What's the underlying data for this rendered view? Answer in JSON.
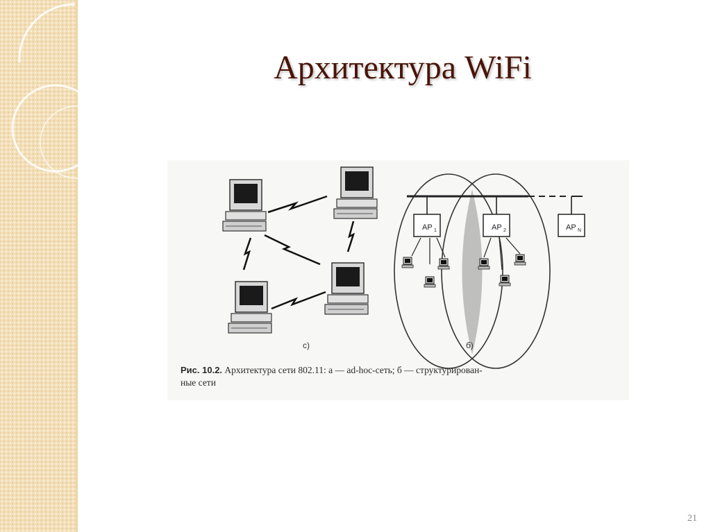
{
  "slide": {
    "title": "Архитектура WiFi",
    "page_number": "21"
  },
  "figure": {
    "label_a": "с)",
    "label_b": "б)",
    "access_points": [
      "AP",
      "AP",
      "AP"
    ],
    "access_point_subscripts": [
      "1",
      "2",
      "N"
    ],
    "caption_prefix": "Рис. 10.2.",
    "caption_text": "Архитектура сети 802.11: а — ad-hoc-сеть; б — структурирован-",
    "caption_line2": "ные сети"
  }
}
